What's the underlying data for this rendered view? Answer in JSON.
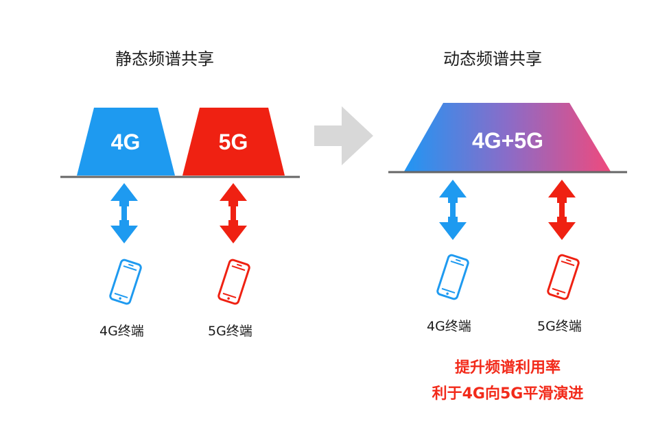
{
  "static": {
    "title": "静态频谱共享",
    "band_4g": "4G",
    "band_5g": "5G",
    "terminal_4g": "4G终端",
    "terminal_5g": "5G终端"
  },
  "dynamic": {
    "title": "动态频谱共享",
    "band_combined": "4G+5G",
    "terminal_4g": "4G终端",
    "terminal_5g": "5G终端",
    "benefit_1": "提升频谱利用率",
    "benefit_2": "利于4G向5G平滑演进"
  },
  "colors": {
    "blue": "#1e9af0",
    "red": "#ef2112",
    "gradient_start": "#2196f3",
    "gradient_end": "#ef4a7d",
    "arrow_gray": "#d8d8d8",
    "baseline": "#666666",
    "benefit_text": "#f22a1a"
  },
  "icons": {
    "transition": "right-arrow-icon",
    "link": "double-arrow-icon",
    "device": "smartphone-icon"
  }
}
